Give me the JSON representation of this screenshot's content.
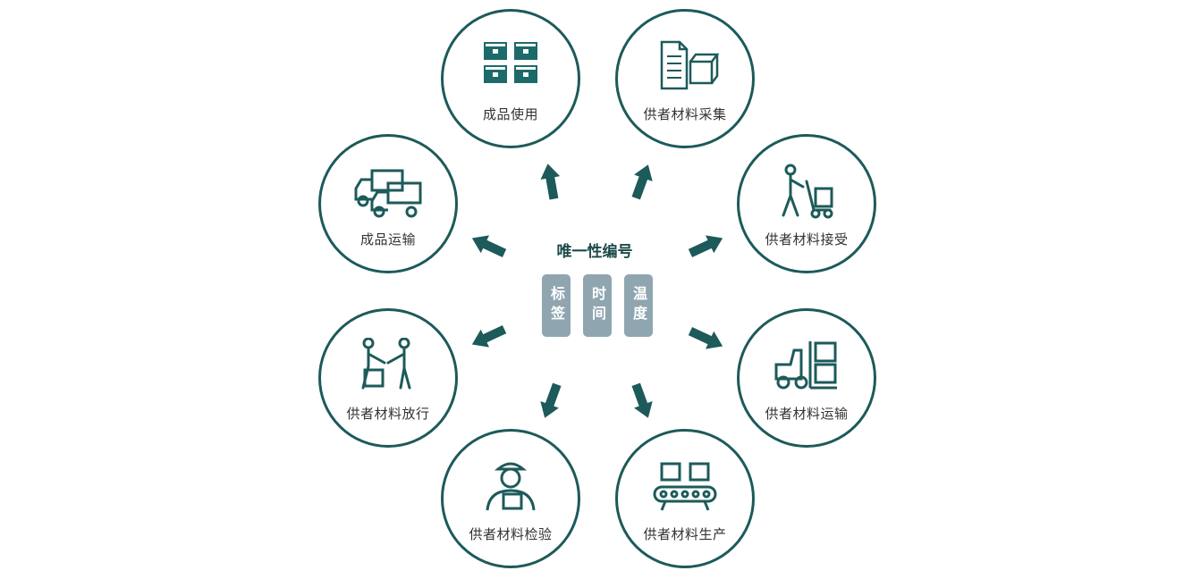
{
  "center": {
    "title": "唯一性编号",
    "tags": [
      "标签",
      "时间",
      "温度"
    ]
  },
  "nodes": [
    {
      "label": "成品使用",
      "icon": "boxes-icon"
    },
    {
      "label": "供者材料采集",
      "icon": "document-box-icon"
    },
    {
      "label": "供者材料接受",
      "icon": "hand-truck-icon"
    },
    {
      "label": "供者材料运输",
      "icon": "forklift-icon"
    },
    {
      "label": "供者材料生产",
      "icon": "conveyor-icon"
    },
    {
      "label": "供者材料检验",
      "icon": "inspector-icon"
    },
    {
      "label": "供者材料放行",
      "icon": "handover-icon"
    },
    {
      "label": "成品运输",
      "icon": "trucks-icon"
    }
  ],
  "colors": {
    "accent": "#1d5a5a",
    "tag": "#8fa6b0"
  }
}
